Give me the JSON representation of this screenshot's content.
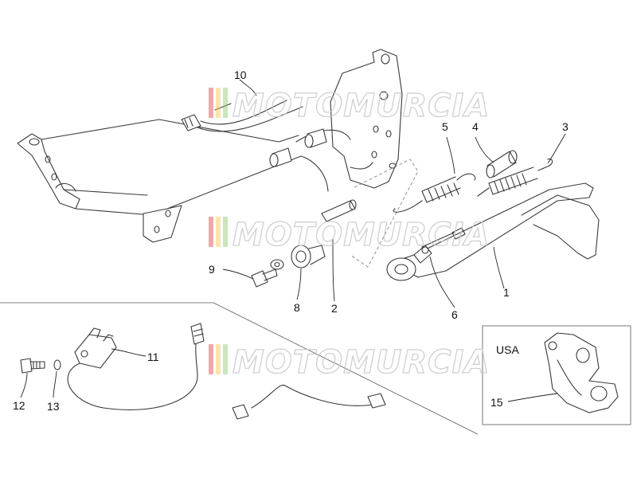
{
  "diagram": {
    "callouts": {
      "c1": "1",
      "c2": "2",
      "c3": "3",
      "c4": "4",
      "c5": "5",
      "c6": "6",
      "c8": "8",
      "c9": "9",
      "c10": "10",
      "c11": "11",
      "c12": "12",
      "c13": "13",
      "c15": "15"
    },
    "usa_box_label": "USA",
    "watermark": "MOTOMURCIA",
    "watermark_colors": [
      "#e0454a",
      "#f2c64c",
      "#8cc870"
    ]
  }
}
